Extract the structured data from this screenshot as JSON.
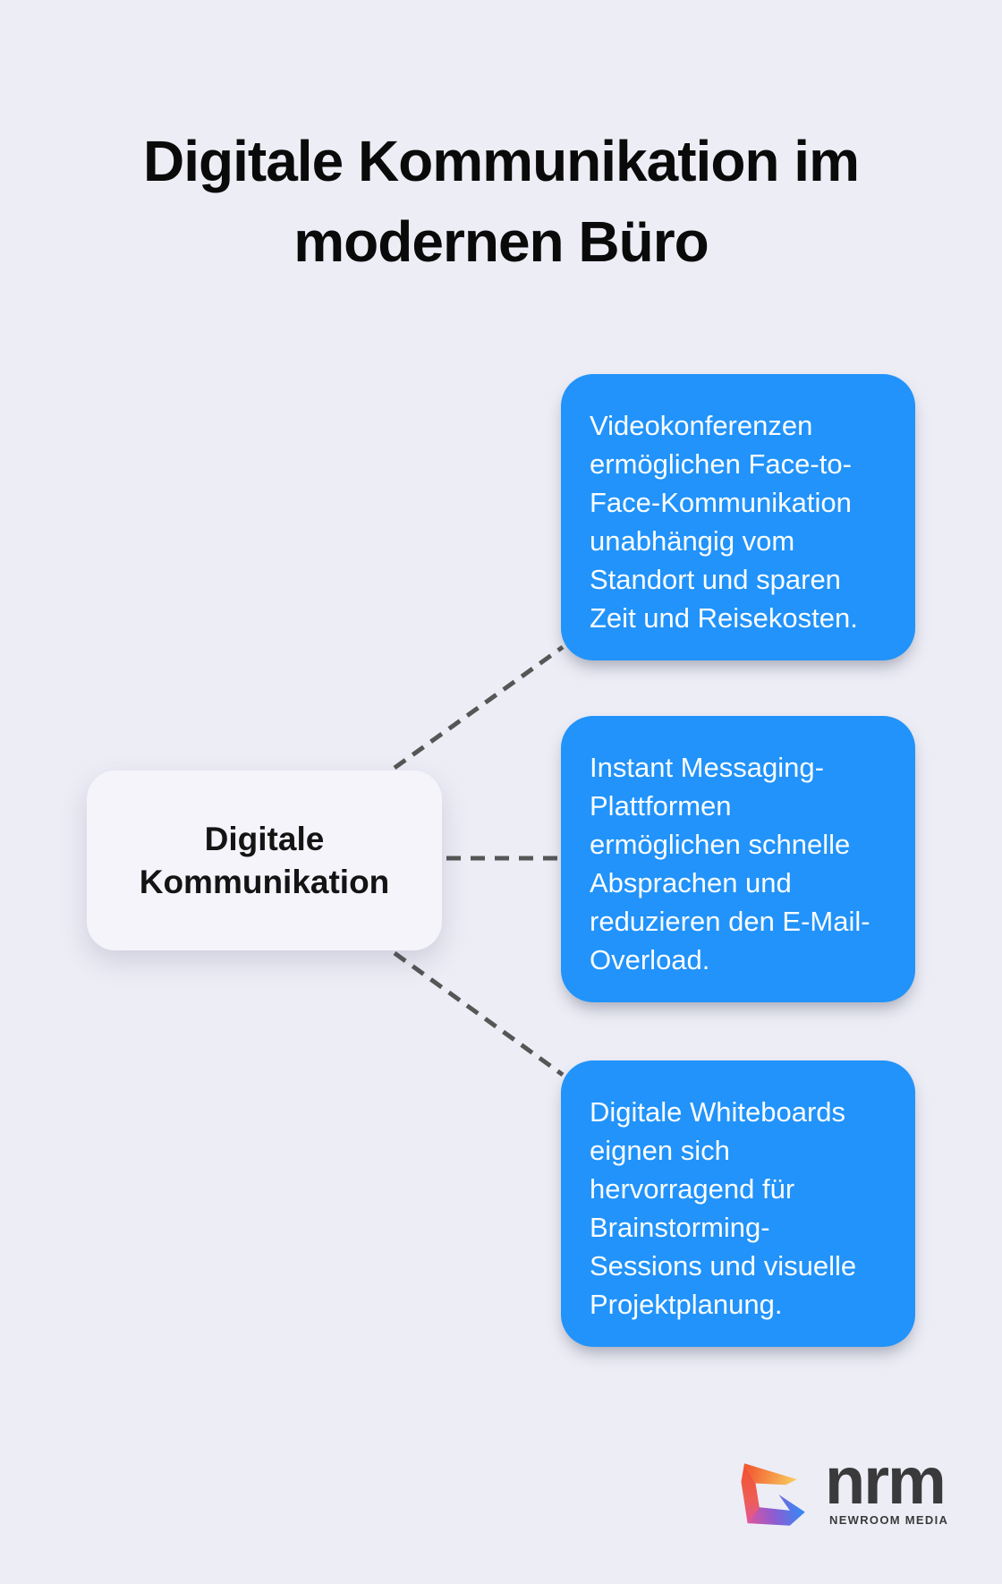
{
  "title": {
    "text": "Digitale Kommunikation im modernen Büro",
    "color": "#0A0A0A"
  },
  "center_node": {
    "label": "Digitale Kommunikation",
    "background_color": "#F5F4FB",
    "text_color": "#141414"
  },
  "branches": [
    {
      "lines": [
        "Videokonferenzen",
        "ermöglichen Face-to-",
        "Face-Kommunikation",
        "unabhängig vom",
        "Standort und sparen",
        "Zeit und Reisekosten."
      ]
    },
    {
      "lines": [
        "Instant Messaging-",
        "Plattformen",
        "ermöglichen schnelle",
        "Absprachen und",
        "reduzieren den E-Mail-",
        "Overload."
      ]
    },
    {
      "lines": [
        "Digitale Whiteboards",
        "eignen sich",
        "hervorragend für",
        "Brainstorming-",
        "Sessions und visuelle",
        "Projektplanung."
      ]
    }
  ],
  "cards": {
    "background_color": "#2193FA",
    "text_color": "#FBFDFF"
  },
  "connectors": {
    "style": "dashed",
    "color": "#565656"
  },
  "page": {
    "background_color": "#EDEDF6"
  },
  "logo": {
    "brand": "nrm",
    "subtitle": "NEWROOM MEDIA",
    "text_color": "#3A3A3C",
    "mark": "newroom-media-logo-mark",
    "mark_colors": {
      "orange": "#F2532C",
      "yellow": "#F9CF60",
      "pink": "#E0559B",
      "purple": "#8F5BD0",
      "blue": "#2E8CF8"
    }
  }
}
